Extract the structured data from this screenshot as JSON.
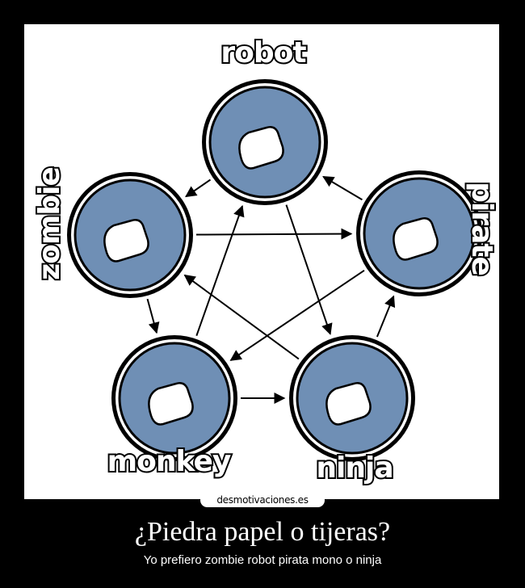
{
  "diagram": {
    "nodes": [
      {
        "id": "robot",
        "label": "robot"
      },
      {
        "id": "pirate",
        "label": "pirate"
      },
      {
        "id": "ninja",
        "label": "ninja"
      },
      {
        "id": "monkey",
        "label": "monkey"
      },
      {
        "id": "zombie",
        "label": "zombie"
      }
    ],
    "edges": [
      {
        "from": "robot",
        "to": "zombie"
      },
      {
        "from": "robot",
        "to": "ninja"
      },
      {
        "from": "pirate",
        "to": "robot"
      },
      {
        "from": "pirate",
        "to": "monkey"
      },
      {
        "from": "ninja",
        "to": "pirate"
      },
      {
        "from": "ninja",
        "to": "zombie"
      },
      {
        "from": "monkey",
        "to": "ninja"
      },
      {
        "from": "monkey",
        "to": "robot"
      },
      {
        "from": "zombie",
        "to": "pirate"
      },
      {
        "from": "zombie",
        "to": "monkey"
      }
    ],
    "colors": {
      "circle_fill": "#6f8fb5",
      "circle_ring": "#000000",
      "background": "#ffffff"
    }
  },
  "watermark": "desmotivaciones.es",
  "title": "¿Piedra papel o tijeras?",
  "subtitle": "Yo prefiero zombie robot pirata mono o ninja"
}
